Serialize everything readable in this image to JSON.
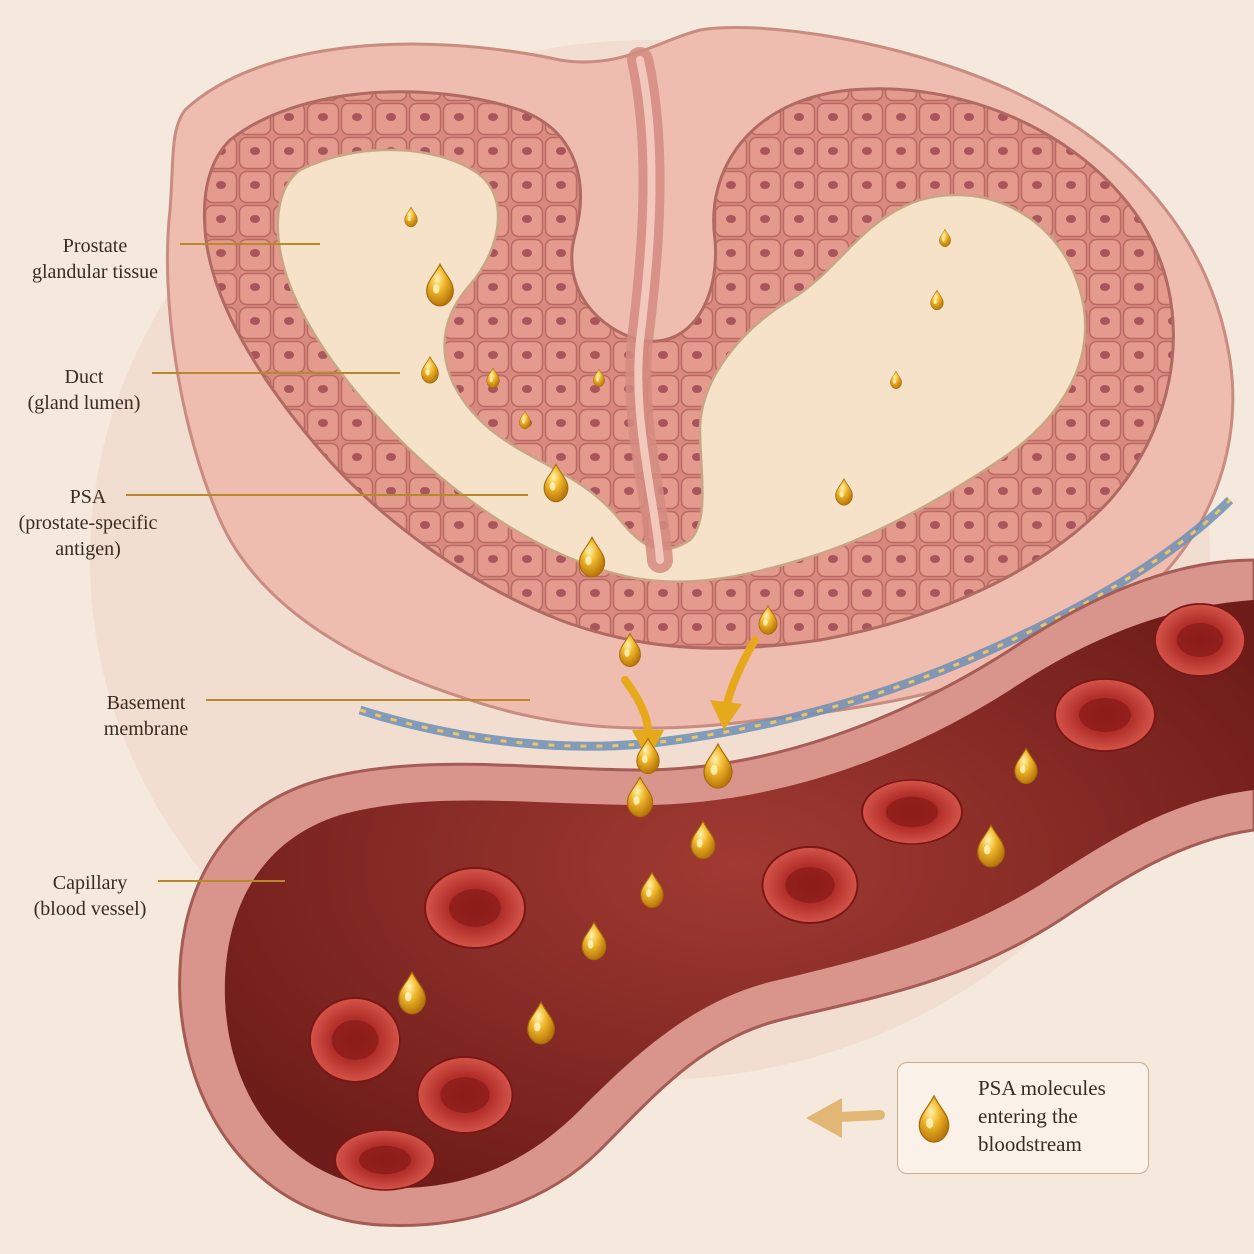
{
  "labels": {
    "prostate_tissue": [
      "Prostate",
      "glandular tissue"
    ],
    "duct": [
      "Duct",
      "(gland lumen)"
    ],
    "psa": [
      "PSA",
      "(prostate-specific",
      "antigen)"
    ],
    "basement_membrane": [
      "Basement",
      "membrane"
    ],
    "capillary": [
      "Capillary",
      "(blood vessel)"
    ]
  },
  "legend": {
    "lines": [
      "PSA molecules",
      "entering the",
      "bloodstream"
    ],
    "icon": "psa-molecule-icon"
  },
  "colors": {
    "background": "#f4e9dc",
    "tissue": "#e8a49a",
    "epithelium": "#d9847b",
    "lumen": "#f3dfc4",
    "vessel_wall": "#d98f87",
    "blood": "#8e2a25",
    "red_cell": "#b9322b",
    "psa_gold": "#e6a91c",
    "leader_line": "#b8892a",
    "text": "#3a2a22"
  }
}
